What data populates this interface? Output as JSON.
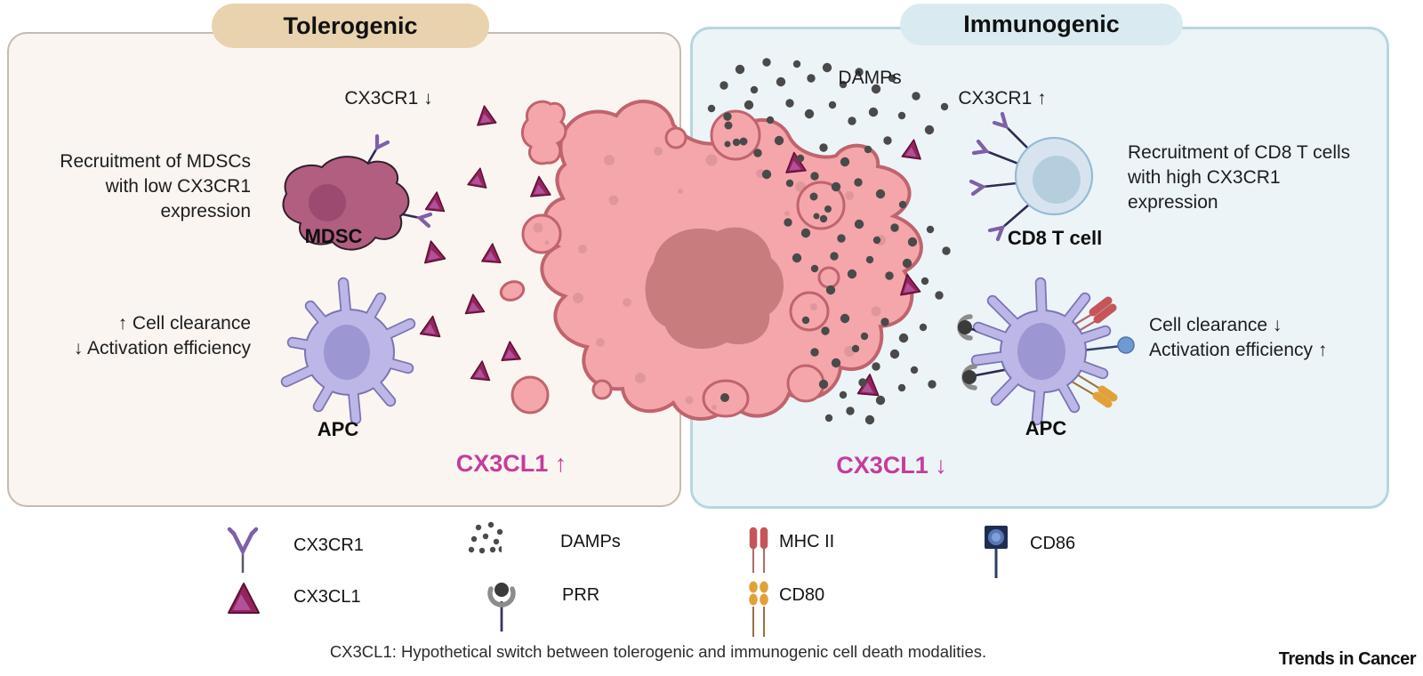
{
  "tolerogenic": {
    "title": "Tolerogenic",
    "receptor_status": "CX3CR1 ↓",
    "recruitment": [
      "Recruitment of MDSCs",
      "with low CX3CR1",
      "expression"
    ],
    "mdsc_label": "MDSC",
    "effects": [
      "↑ Cell clearance",
      "↓ Activation efficiency"
    ],
    "apc_label": "APC",
    "chemokine_status": "CX3CL1 ↑"
  },
  "immunogenic": {
    "title": "Immunogenic",
    "damps_label": "DAMPs",
    "receptor_status": "CX3CR1 ↑",
    "recruitment": [
      "Recruitment of CD8 T cells",
      "with high CX3CR1",
      "expression"
    ],
    "cd8_label": "CD8 T cell",
    "effects": [
      "Cell clearance ↓",
      "Activation efficiency ↑"
    ],
    "apc_label": "APC",
    "chemokine_status": "CX3CL1 ↓"
  },
  "legend": {
    "items": [
      {
        "label": "CX3CR1",
        "icon": "cx3cr1-receptor-icon"
      },
      {
        "label": "CX3CL1",
        "icon": "cx3cl1-triangle-icon"
      },
      {
        "label": "DAMPs",
        "icon": "damps-dots-icon"
      },
      {
        "label": "PRR",
        "icon": "prr-receptor-icon"
      },
      {
        "label": "MHC II",
        "icon": "mhc2-receptor-icon"
      },
      {
        "label": "CD80",
        "icon": "cd80-receptor-icon"
      },
      {
        "label": "CD86",
        "icon": "cd86-receptor-icon"
      }
    ]
  },
  "caption": "CX3CL1: Hypothetical switch between tolerogenic and immunogenic cell death modalities.",
  "journal": "Trends in Cancer",
  "colors": {
    "tolerogenic_header": "#e9d3ae",
    "immunogenic_header": "#d9ebf1",
    "tolerogenic_bg": "#faf5f0",
    "immunogenic_bg": "#ecf4f8",
    "magenta_accent": "#c33d9e",
    "tumor_cell": "#f5a6aa",
    "mdsc_cell": "#b25e80",
    "apc_cell": "#bcb7e6",
    "cd8_cell": "#d7e4ef"
  }
}
